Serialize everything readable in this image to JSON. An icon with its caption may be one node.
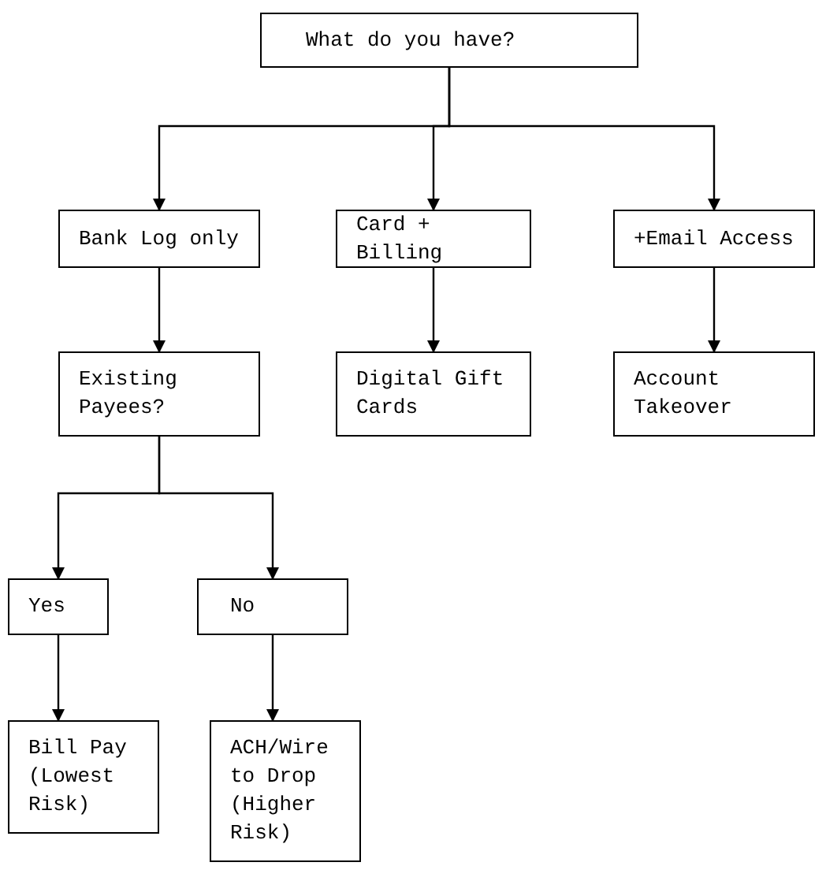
{
  "diagram": {
    "nodes": [
      {
        "text": [
          "What do you have?"
        ]
      },
      {
        "text": [
          "Bank Log only"
        ]
      },
      {
        "text": [
          "Card + Billing"
        ]
      },
      {
        "text": [
          "+Email Access"
        ]
      },
      {
        "text": [
          "Existing Payees?"
        ]
      },
      {
        "text": [
          "Digital Gift Cards"
        ]
      },
      {
        "text": [
          "Account Takeover"
        ]
      },
      {
        "text": [
          "Yes"
        ]
      },
      {
        "text": [
          "No"
        ]
      },
      {
        "text": [
          "Bill Pay (Lowest Risk)"
        ]
      },
      {
        "text": [
          "ACH/Wire to Drop (Higher Risk)"
        ]
      }
    ],
    "edges": [
      {
        "from": 0,
        "to": 1,
        "arrow": "to"
      },
      {
        "from": 0,
        "to": 2,
        "arrow": "to"
      },
      {
        "from": 0,
        "to": 3,
        "arrow": "to"
      },
      {
        "from": 1,
        "to": 4,
        "arrow": "to"
      },
      {
        "from": 2,
        "to": 5,
        "arrow": "to"
      },
      {
        "from": 3,
        "to": 6,
        "arrow": "to"
      },
      {
        "from": 4,
        "to": 7,
        "arrow": "to"
      },
      {
        "from": 4,
        "to": 8,
        "arrow": "to"
      },
      {
        "from": 7,
        "to": 9,
        "arrow": "to"
      },
      {
        "from": 8,
        "to": 10,
        "arrow": "to"
      }
    ]
  }
}
